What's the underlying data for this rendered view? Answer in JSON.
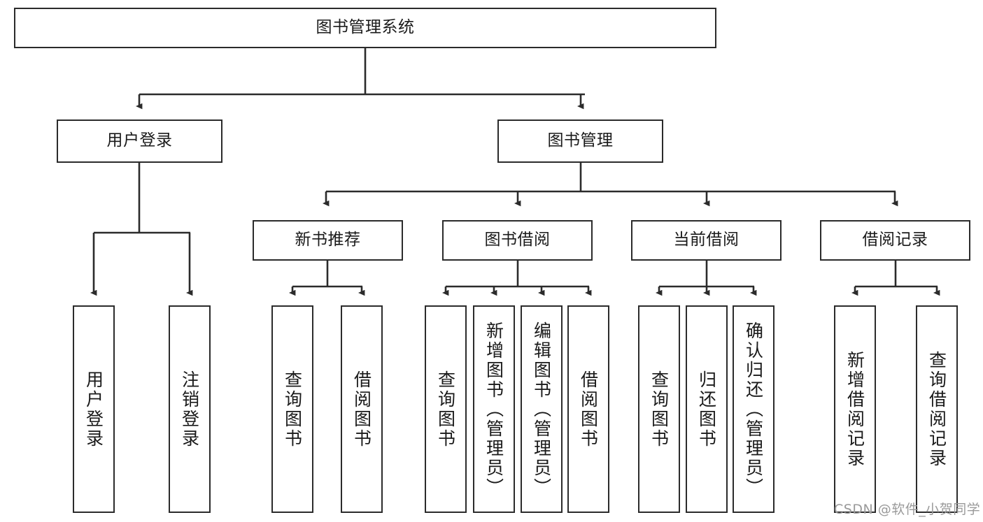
{
  "diagram": {
    "title": "图书管理系统",
    "watermark": "CSDN @软件_小贺同学",
    "colors": {
      "stroke": "#2b2b2b",
      "fill": "#ffffff",
      "text": "#1a1a1a",
      "watermark": "#9a9a9a"
    },
    "nodes": {
      "root": {
        "label": "图书管理系统",
        "orientation": "horizontal"
      },
      "user_login": {
        "label": "用户登录",
        "orientation": "horizontal"
      },
      "book_manage": {
        "label": "图书管理",
        "orientation": "horizontal"
      },
      "new_book_rec": {
        "label": "新书推荐",
        "orientation": "horizontal"
      },
      "book_borrow": {
        "label": "图书借阅",
        "orientation": "horizontal"
      },
      "current_borrow": {
        "label": "当前借阅",
        "orientation": "horizontal"
      },
      "borrow_record": {
        "label": "借阅记录",
        "orientation": "horizontal"
      },
      "leaf_user_login": {
        "label": "用户登录",
        "orientation": "vertical"
      },
      "leaf_logout": {
        "label": "注销登录",
        "orientation": "vertical"
      },
      "leaf_query_book_1": {
        "label": "查询图书",
        "orientation": "vertical"
      },
      "leaf_borrow_book_1": {
        "label": "借阅图书",
        "orientation": "vertical"
      },
      "leaf_query_book_2": {
        "label": "查询图书",
        "orientation": "vertical"
      },
      "leaf_add_book": {
        "label": "新增图书（管理员）",
        "orientation": "vertical"
      },
      "leaf_edit_book": {
        "label": "编辑图书（管理员）",
        "orientation": "vertical"
      },
      "leaf_borrow_book_2": {
        "label": "借阅图书",
        "orientation": "vertical"
      },
      "leaf_query_book_3": {
        "label": "查询图书",
        "orientation": "vertical"
      },
      "leaf_return_book": {
        "label": "归还图书",
        "orientation": "vertical"
      },
      "leaf_confirm_return": {
        "label": "确认归还（管理员）",
        "orientation": "vertical"
      },
      "leaf_add_record": {
        "label": "新增借阅记录",
        "orientation": "vertical"
      },
      "leaf_query_record": {
        "label": "查询借阅记录",
        "orientation": "vertical"
      }
    },
    "edges": [
      {
        "from": "root",
        "to": "user_login"
      },
      {
        "from": "root",
        "to": "book_manage"
      },
      {
        "from": "user_login",
        "to": "leaf_user_login"
      },
      {
        "from": "user_login",
        "to": "leaf_logout"
      },
      {
        "from": "book_manage",
        "to": "new_book_rec"
      },
      {
        "from": "book_manage",
        "to": "book_borrow"
      },
      {
        "from": "book_manage",
        "to": "current_borrow"
      },
      {
        "from": "book_manage",
        "to": "borrow_record"
      },
      {
        "from": "new_book_rec",
        "to": "leaf_query_book_1"
      },
      {
        "from": "new_book_rec",
        "to": "leaf_borrow_book_1"
      },
      {
        "from": "book_borrow",
        "to": "leaf_query_book_2"
      },
      {
        "from": "book_borrow",
        "to": "leaf_add_book"
      },
      {
        "from": "book_borrow",
        "to": "leaf_edit_book"
      },
      {
        "from": "book_borrow",
        "to": "leaf_borrow_book_2"
      },
      {
        "from": "current_borrow",
        "to": "leaf_query_book_3"
      },
      {
        "from": "current_borrow",
        "to": "leaf_return_book"
      },
      {
        "from": "current_borrow",
        "to": "leaf_confirm_return"
      },
      {
        "from": "borrow_record",
        "to": "leaf_add_record"
      },
      {
        "from": "borrow_record",
        "to": "leaf_query_record"
      }
    ]
  }
}
